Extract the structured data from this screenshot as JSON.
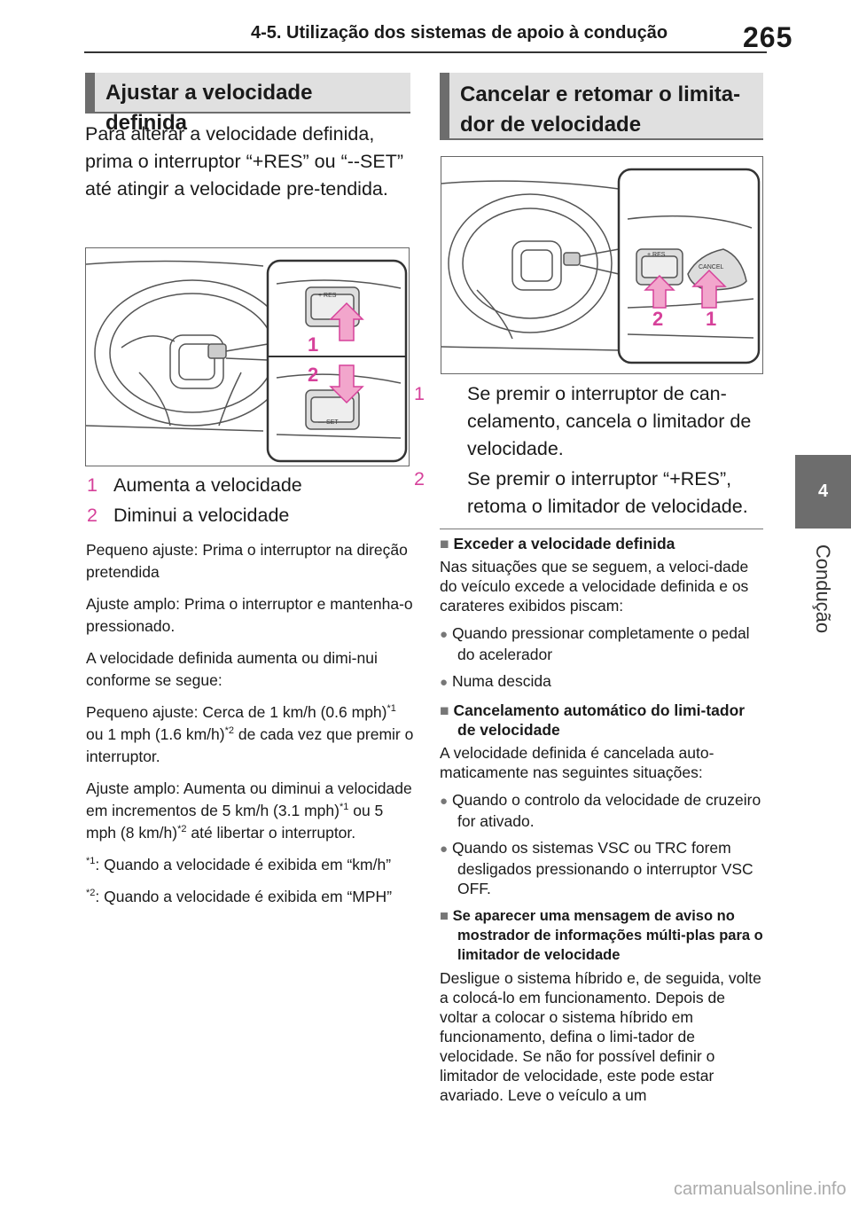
{
  "header": {
    "title": "4-5. Utilização dos sistemas de apoio à condução",
    "page": "265"
  },
  "side_tab": {
    "number": "4",
    "label": "Condução"
  },
  "left": {
    "heading": "Ajustar a velocidade definida",
    "intro": "Para alterar a velocidade definida, prima o interruptor “+RES” ou “--SET” até atingir a velocidade pre-tendida.",
    "figure": {
      "res_label": "+ RES",
      "set_label": "— SET",
      "mark_up": "1",
      "mark_down": "2"
    },
    "steps": [
      {
        "num": "1",
        "text": "Aumenta a velocidade"
      },
      {
        "num": "2",
        "text": "Diminui a velocidade"
      }
    ],
    "p1": "Pequeno ajuste: Prima o interruptor na direção pretendida",
    "p2": "Ajuste amplo: Prima o interruptor e mantenha-o pressionado.",
    "p3": "A velocidade definida aumenta ou dimi-nui conforme se segue:",
    "p4": {
      "a": "Pequeno ajuste: Cerca de 1 km/h (0.6 mph)",
      "sup1": "*1",
      "b": " ou 1 mph (1.6 km/h)",
      "sup2": "*2",
      "c": " de cada vez que premir o interruptor."
    },
    "p5": {
      "a": "Ajuste amplo: Aumenta ou diminui a velocidade em incrementos de 5 km/h (3.1 mph)",
      "sup1": "*1",
      "b": " ou 5 mph (8 km/h)",
      "sup2": "*2",
      "c": " até libertar o interruptor."
    },
    "foot1": {
      "mark": "*1",
      "text": ": Quando a velocidade é exibida em “km/h”"
    },
    "foot2": {
      "mark": "*2",
      "text": ": Quando a velocidade é exibida em “MPH”"
    }
  },
  "right": {
    "heading": "Cancelar e retomar o limita-dor de velocidade",
    "figure": {
      "res_label": "+ RES",
      "cancel_label": "CANCEL",
      "mark_cancel": "1",
      "mark_res": "2"
    },
    "steps": [
      {
        "num": "1",
        "text": "Se premir o interruptor de can-celamento, cancela o limitador de velocidade."
      },
      {
        "num": "2",
        "text": "Se premir o interruptor “+RES”, retoma o limitador de velocidade."
      }
    ],
    "marker": "■",
    "bullet": "●",
    "s1": {
      "title": "Exceder a velocidade definida",
      "body": "Nas situações que se seguem, a veloci-dade do veículo excede a velocidade definida e os carateres exibidos piscam:",
      "items": [
        "Quando pressionar completamente o pedal do acelerador",
        "Numa descida"
      ]
    },
    "s2": {
      "title": "Cancelamento automático do limi-tador de velocidade",
      "body": "A velocidade definida é cancelada auto-maticamente nas seguintes situações:",
      "items": [
        "Quando o controlo da velocidade de cruzeiro for ativado.",
        "Quando os sistemas VSC ou TRC forem desligados pressionando o interruptor VSC OFF."
      ]
    },
    "s3": {
      "title": "Se aparecer uma mensagem de aviso no mostrador de informações múlti-plas para o limitador de velocidade",
      "body": "Desligue o sistema híbrido e, de seguida, volte a colocá-lo em funcionamento. Depois de voltar a colocar o sistema híbrido em funcionamento, defina o limi-tador de velocidade. Se não for possível definir o limitador de velocidade, este pode estar avariado. Leve o veículo a um"
    }
  },
  "watermark": "carmanualsonline.info",
  "colors": {
    "accent": "#d6419a",
    "tab": "#6d6d6d",
    "head_bg": "#e0e0e0"
  }
}
